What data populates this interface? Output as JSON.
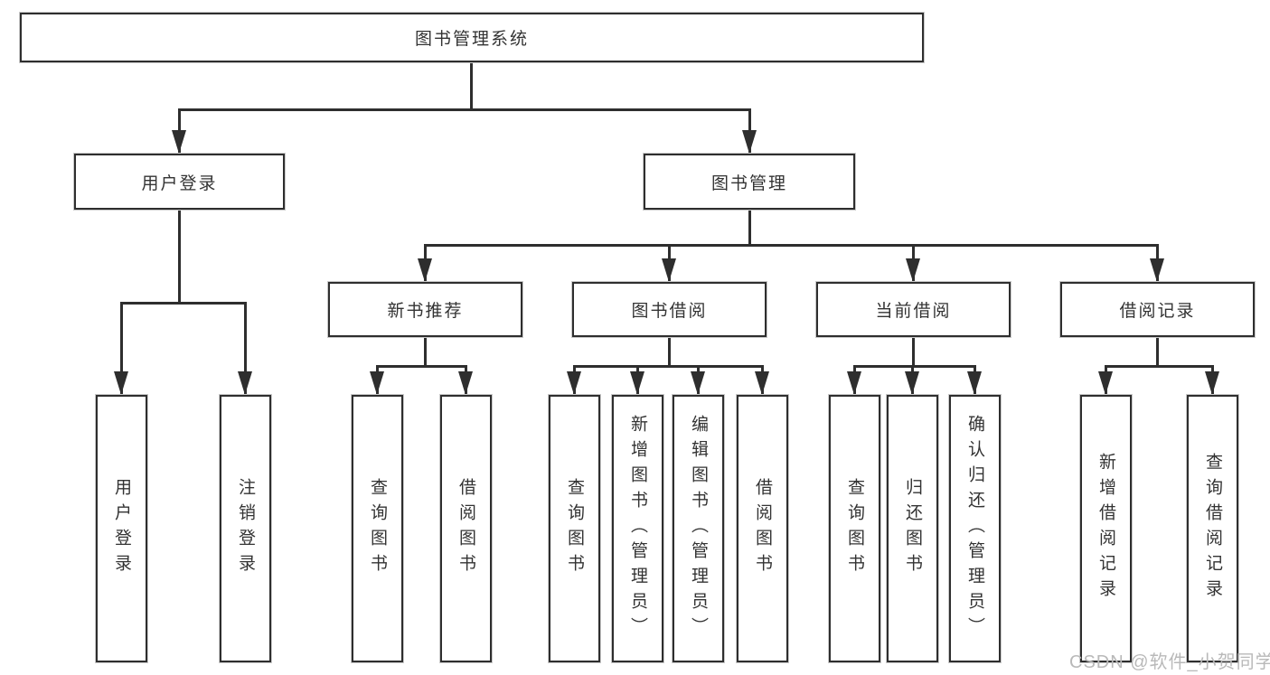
{
  "diagram": {
    "title": "图书管理系统",
    "nodes": {
      "root": "图书管理系统",
      "user_login": "用户登录",
      "book_mgmt": "图书管理",
      "new_book": "新书推荐",
      "borrow": "图书借阅",
      "current": "当前借阅",
      "record": "借阅记录",
      "leaves": {
        "login": [
          "用户登录",
          "注销登录"
        ],
        "new_book": [
          "查询图书",
          "借阅图书"
        ],
        "borrow": [
          "查询图书",
          "新增图书（管理员）",
          "编辑图书（管理员）",
          "借阅图书"
        ],
        "current": [
          "查询图书",
          "归还图书",
          "确认归还（管理员）"
        ],
        "record": [
          "新增借阅记录",
          "查询借阅记录"
        ]
      }
    },
    "colors": {
      "line": "#2e2e2e",
      "text": "#333333",
      "box_background": "#ffffff",
      "watermark": "#b9b9b9"
    },
    "watermark": "CSDN @软件_小贺同学"
  }
}
